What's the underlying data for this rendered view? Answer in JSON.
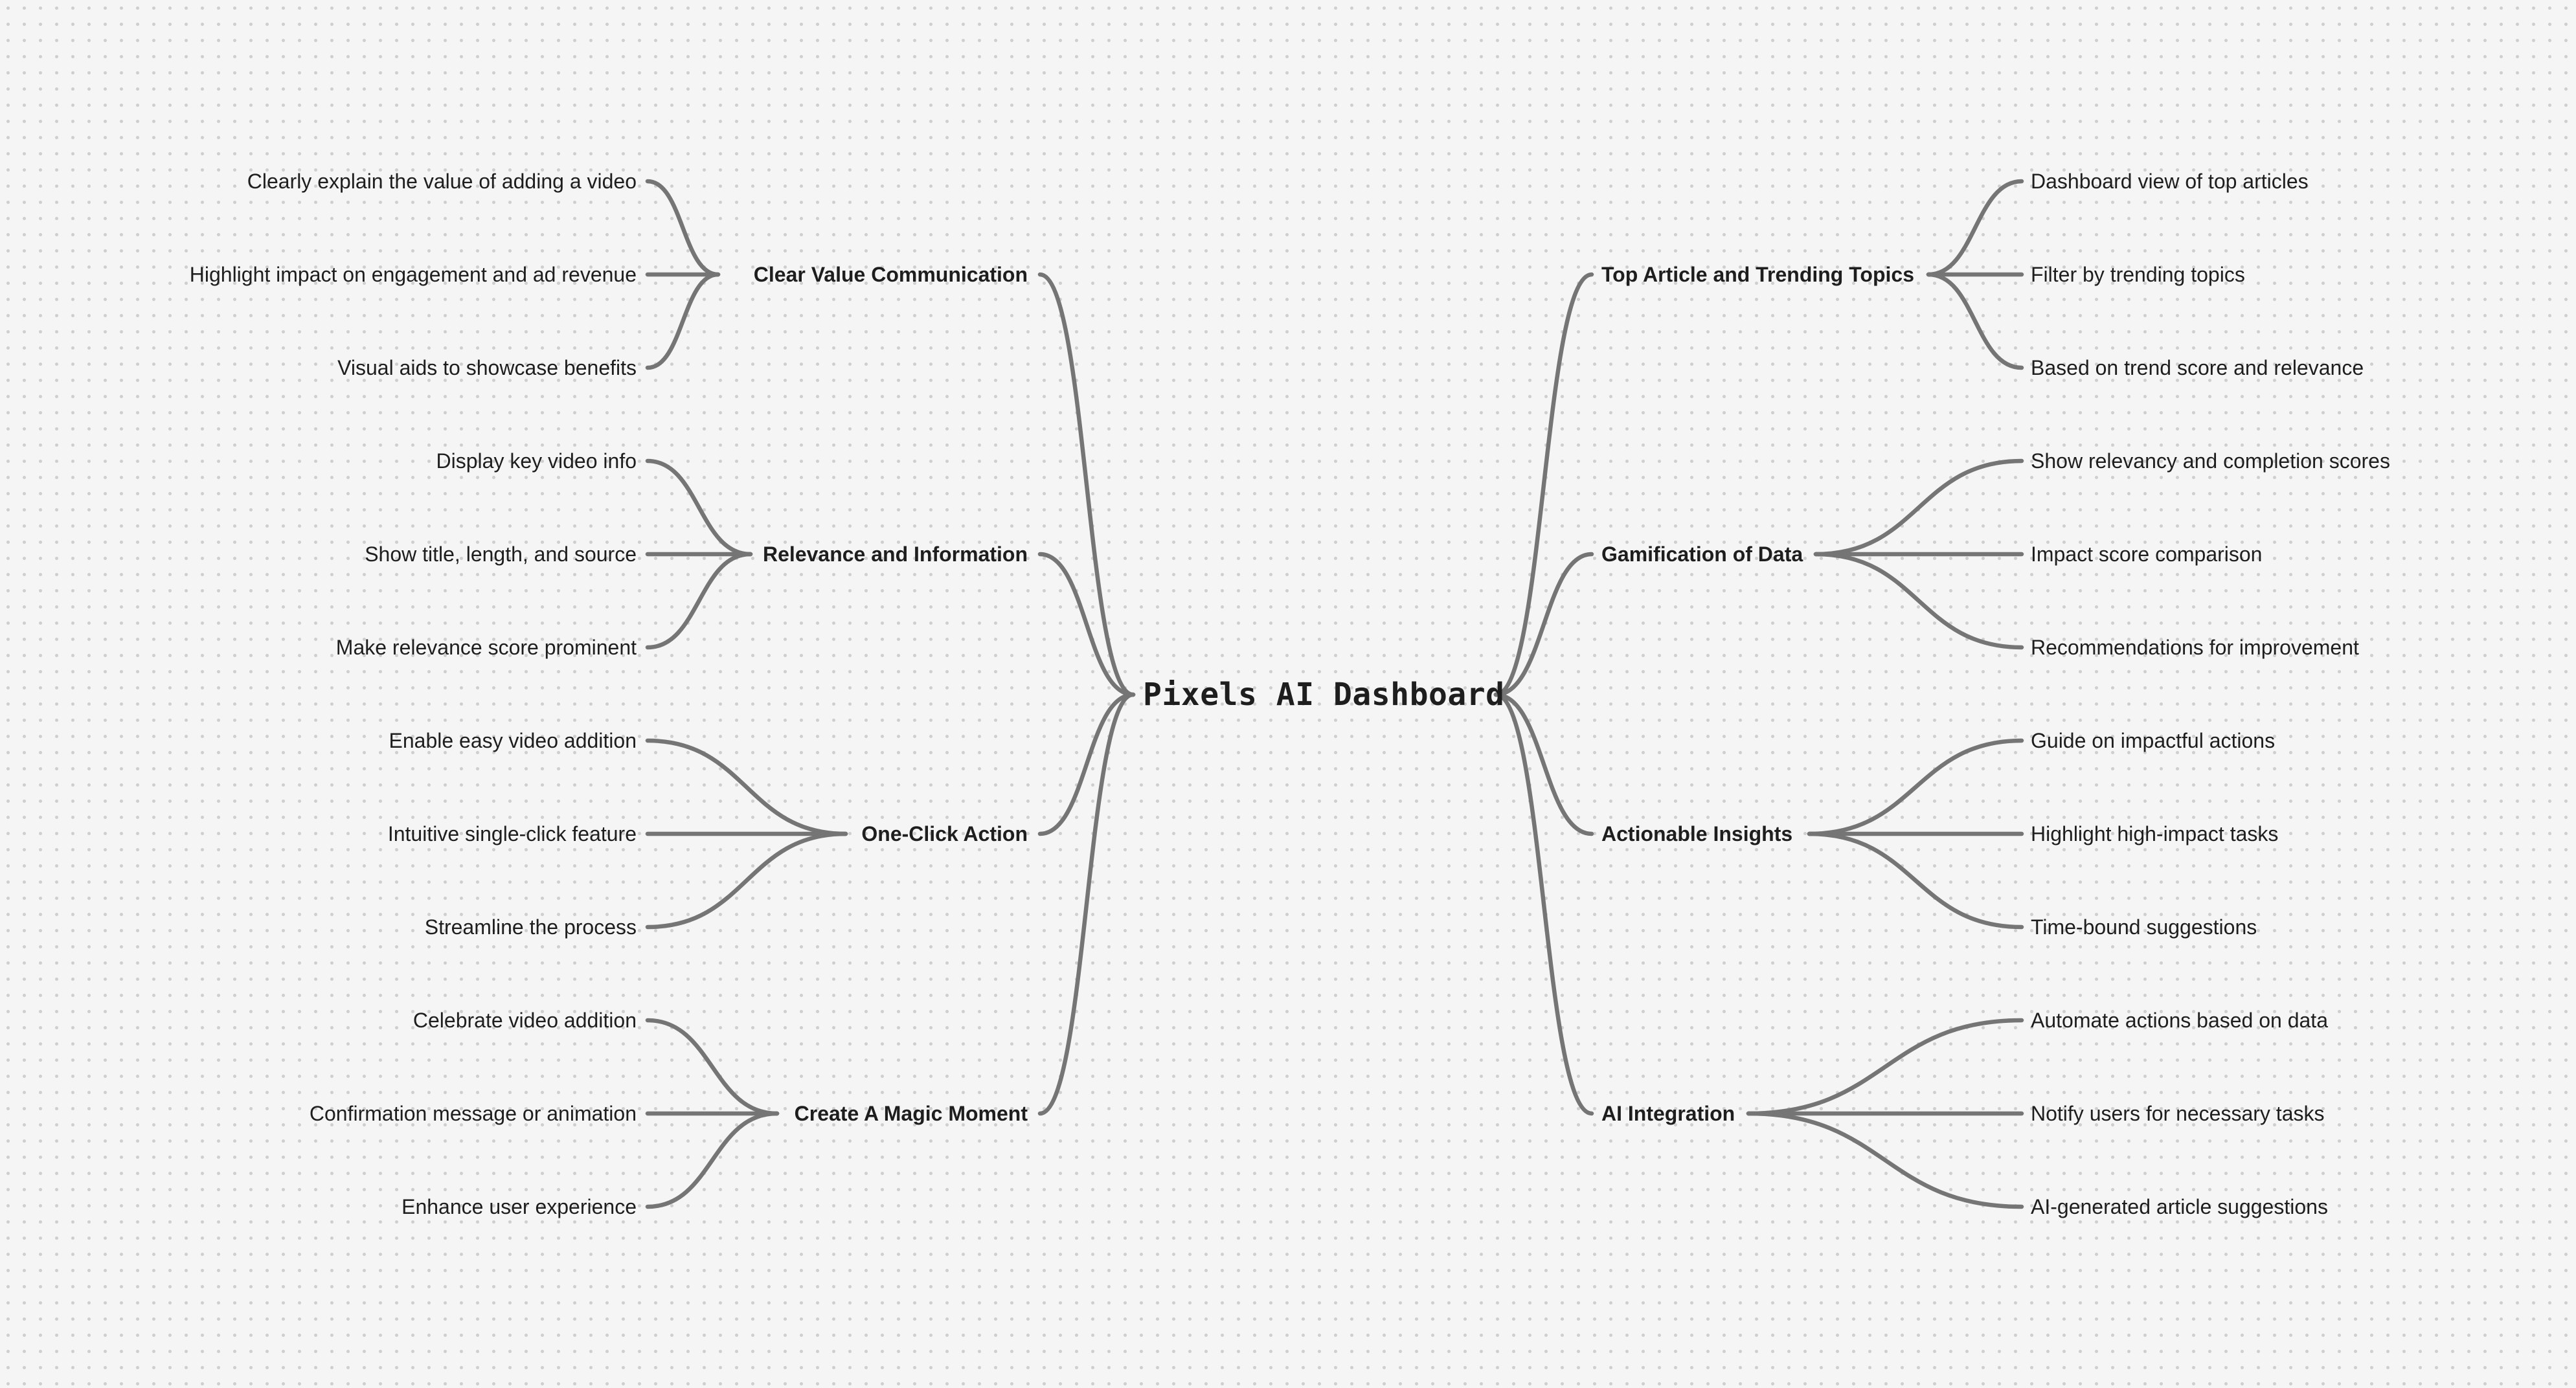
{
  "root": {
    "label": "Pixels AI Dashboard"
  },
  "left_branches": [
    {
      "label": "Clear Value Communication",
      "children": [
        "Clearly explain the value of adding a video",
        "Highlight impact on engagement and ad revenue",
        "Visual aids to showcase benefits"
      ]
    },
    {
      "label": "Relevance and Information",
      "children": [
        "Display key video info",
        "Show title, length, and source",
        "Make relevance score prominent"
      ]
    },
    {
      "label": "One-Click Action",
      "children": [
        "Enable easy video addition",
        "Intuitive single-click feature",
        "Streamline the process"
      ]
    },
    {
      "label": "Create A Magic Moment",
      "children": [
        "Celebrate video addition",
        "Confirmation message or animation",
        "Enhance user experience"
      ]
    }
  ],
  "right_branches": [
    {
      "label": "Top Article and Trending Topics",
      "children": [
        "Dashboard view of top articles",
        "Filter by trending topics",
        "Based on trend score and relevance"
      ]
    },
    {
      "label": "Gamification of Data",
      "children": [
        "Show relevancy and completion scores",
        "Impact score comparison",
        "Recommendations for improvement"
      ]
    },
    {
      "label": "Actionable Insights",
      "children": [
        "Guide on impactful actions",
        "Highlight high-impact tasks",
        "Time-bound suggestions"
      ]
    },
    {
      "label": "AI Integration",
      "children": [
        "Automate actions based on data",
        "Notify users for necessary tasks",
        "AI-generated article suggestions"
      ]
    }
  ],
  "colors": {
    "background": "#f5f5f5",
    "dot": "#cfcfcf",
    "connector": "#757575",
    "text": "#1e1e1e"
  }
}
